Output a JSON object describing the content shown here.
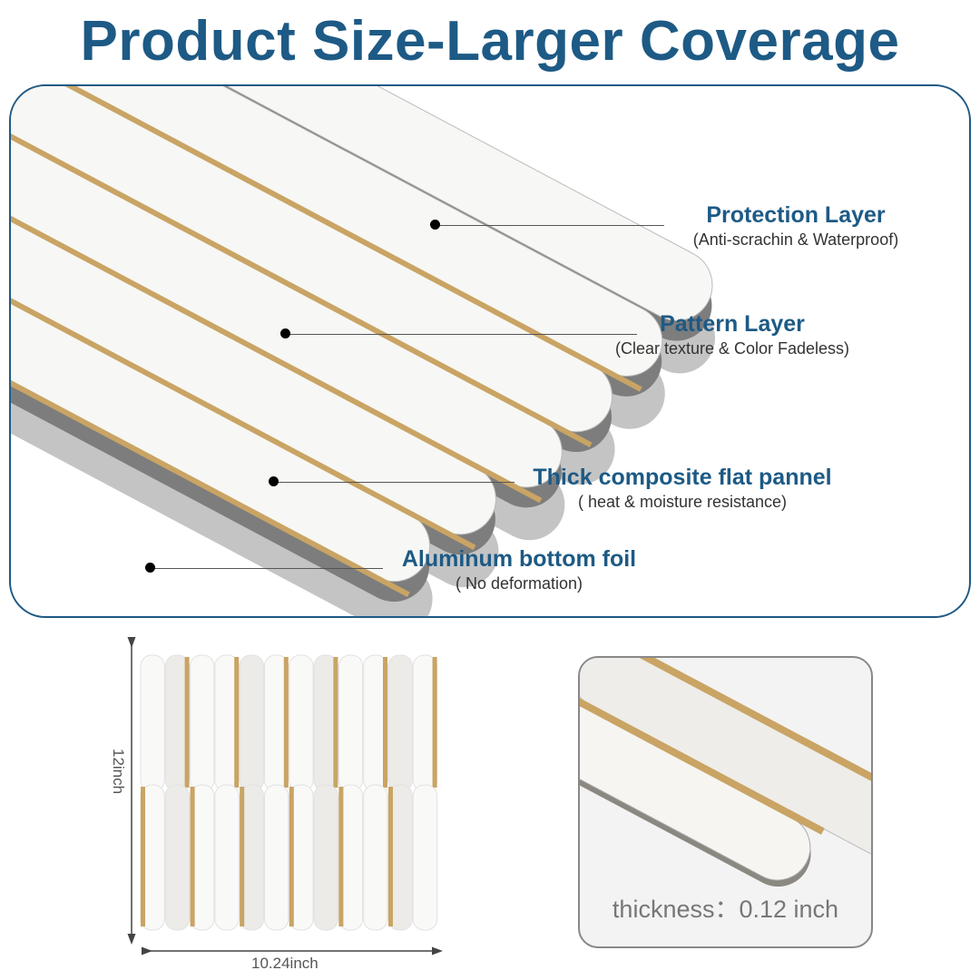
{
  "title": "Product Size-Larger Coverage",
  "layers": [
    {
      "name": "Protection Layer",
      "desc": "(Anti-scrachin & Waterproof)"
    },
    {
      "name": "Pattern Layer",
      "desc": "(Clear texture & Color Fadeless)"
    },
    {
      "name": "Thick composite flat pannel",
      "desc": "( heat & moisture resistance)"
    },
    {
      "name": "Aluminum bottom foil",
      "desc": "( No deformation)"
    }
  ],
  "dimensions": {
    "height": "12inch",
    "width": "10.24inch"
  },
  "thickness": "thickness：0.12 inch",
  "colors": {
    "accent": "#1d5a85",
    "gold": "#c9a464",
    "gray_dark": "#7d7d7d",
    "gray_light": "#c4c4c4"
  }
}
